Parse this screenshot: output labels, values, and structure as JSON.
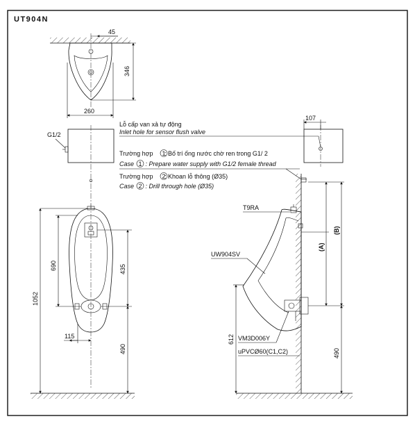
{
  "model": "UT904N",
  "labels": {
    "inlet_vi": "Lỗ cấp van xả tự động",
    "inlet_en": "Inlet hole for sensor flush valve",
    "case1_vi_a": "Trường hợp",
    "case1_num": "1",
    "case1_vi_b": ": Bố trí ống nước chờ ren trong G1/ 2",
    "case1_en_a": "Case",
    "case1_en_b": ": Prepare water supply with G1/2 female thread",
    "case2_vi_a": "Trường hợp",
    "case2_num": "2",
    "case2_vi_b": ": Khoan lỗ thông (Ø35)",
    "case2_en_a": "Case",
    "case2_en_b": ": Drill through hole (Ø35)",
    "g12": "G1/2",
    "t9ra": "T9RA",
    "uw904sv": "UW904SV",
    "vm3d006y": "VM3D006Y",
    "upvc": "uPVCØ60(C1,C2)",
    "A": "(A)",
    "B": "(B)"
  },
  "dims": {
    "d45": "45",
    "d346": "346",
    "d260": "260",
    "d107": "107",
    "d690": "690",
    "d435": "435",
    "d1052": "1052",
    "d115": "115",
    "d490_left": "490",
    "d612": "612",
    "d490_right": "490"
  }
}
